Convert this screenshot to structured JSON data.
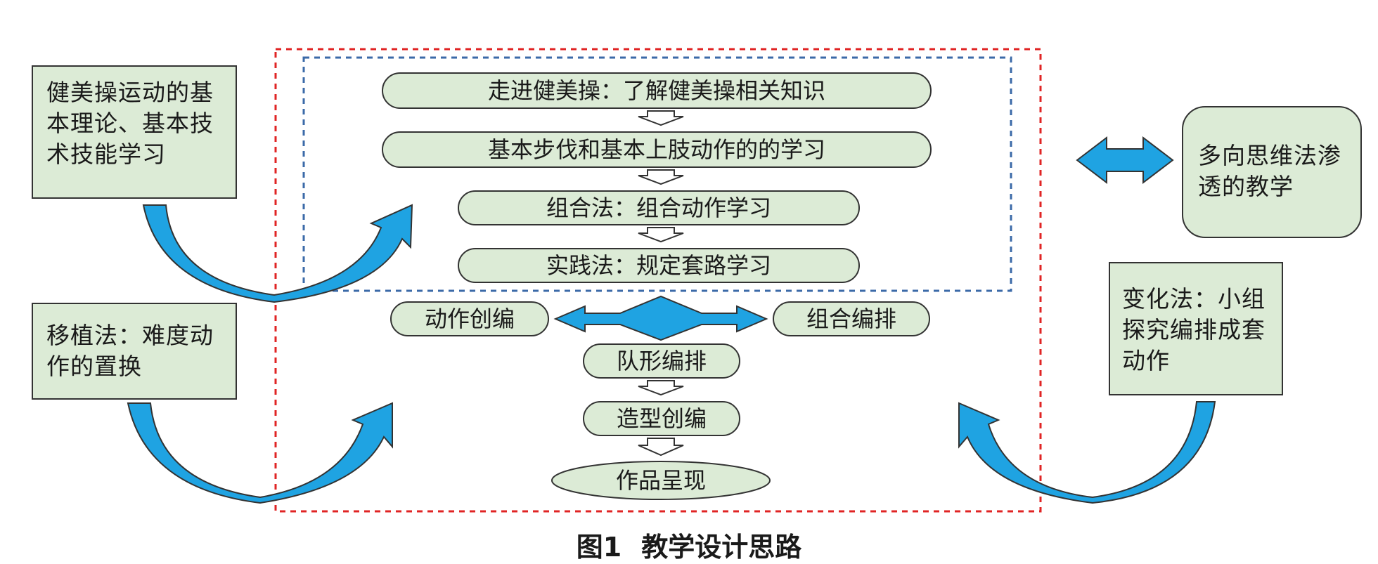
{
  "colors": {
    "box_fill": "#dcebd6",
    "box_stroke": "#333333",
    "arrow_blue": "#1fa3e2",
    "red_dash": "#e02424",
    "blue_dash": "#3b6aa8"
  },
  "left_boxes": {
    "theory": "健美操运动的基本理论、基本技术技能学习",
    "transplant": "移植法：难度动作的置换"
  },
  "right_boxes": {
    "multi": "多向思维法渗透的教学",
    "change": "变化法：小组探究编排成套动作"
  },
  "flow": {
    "step1": "走进健美操：了解健美操相关知识",
    "step2": "基本步伐和基本上肢动作的的学习",
    "step3": "组合法：组合动作学习",
    "step4": "实践法：规定套路学习",
    "left_branch": "动作创编",
    "right_branch": "组合编排",
    "step5": "队形编排",
    "step6": "造型创编",
    "step7": "作品呈现"
  },
  "caption": {
    "number": "图1",
    "title": "教学设计思路"
  }
}
